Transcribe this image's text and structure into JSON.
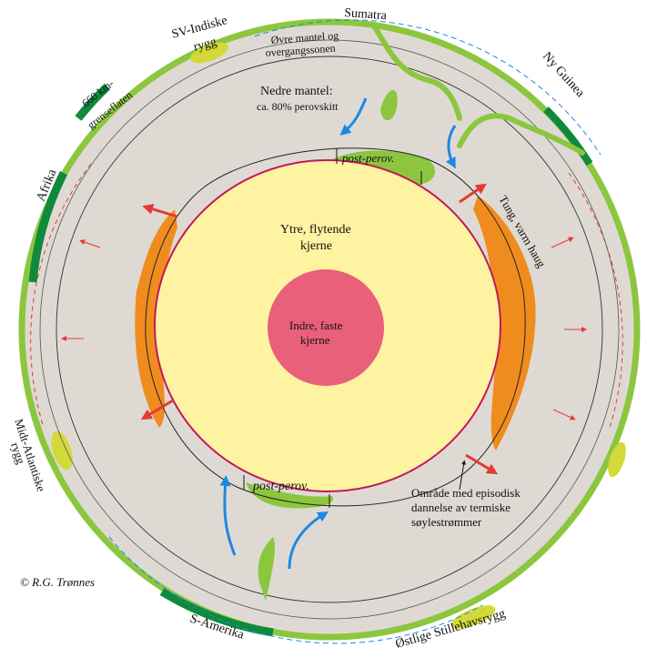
{
  "labels": {
    "sumatra": "Sumatra",
    "sv_indiske_1": "SV-Indiske",
    "sv_indiske_2": "rygg",
    "ovre_1": "Øvre mantel og",
    "ovre_2": "overgangssonen",
    "grense_1": "660 km-",
    "grense_2": "grenseflaten",
    "nedre_1": "Nedre mantel:",
    "nedre_2": "ca. 80% perovskitt",
    "ny_guinea": "Ny Guinea",
    "afrika": "Afrika",
    "tung_varm": "Tung, varm haug",
    "ytre_1": "Ytre, flytende",
    "ytre_2": "kjerne",
    "indre_1": "Indre, faste",
    "indre_2": "kjerne",
    "post_perov_top": "post-perov.",
    "post_perov_bottom": "post-perov.",
    "midt_1": "Midt-Atlantiske",
    "midt_2": "rygg",
    "omraade_1": "Område med episodisk",
    "omraade_2": "dannelse av termiske",
    "omraade_3": "søylestrømmer",
    "s_amerika": "S-Amerika",
    "ostlige": "Østlige Stillehavsrygg",
    "copyright": "© R.G. Trønnes"
  },
  "colors": {
    "mantle": "#dedad3",
    "crust": "#8cc63f",
    "continent": "#0f8a3c",
    "ridge": "#d4d93a",
    "outer_core": "#fdf3a0",
    "inner_core": "#e8607a",
    "pile": "#f08c1e",
    "boundary": "#c2185b",
    "hot_arrow": "#e53935",
    "cold_arrow": "#1e88e5",
    "slab": "#8cc63f"
  }
}
